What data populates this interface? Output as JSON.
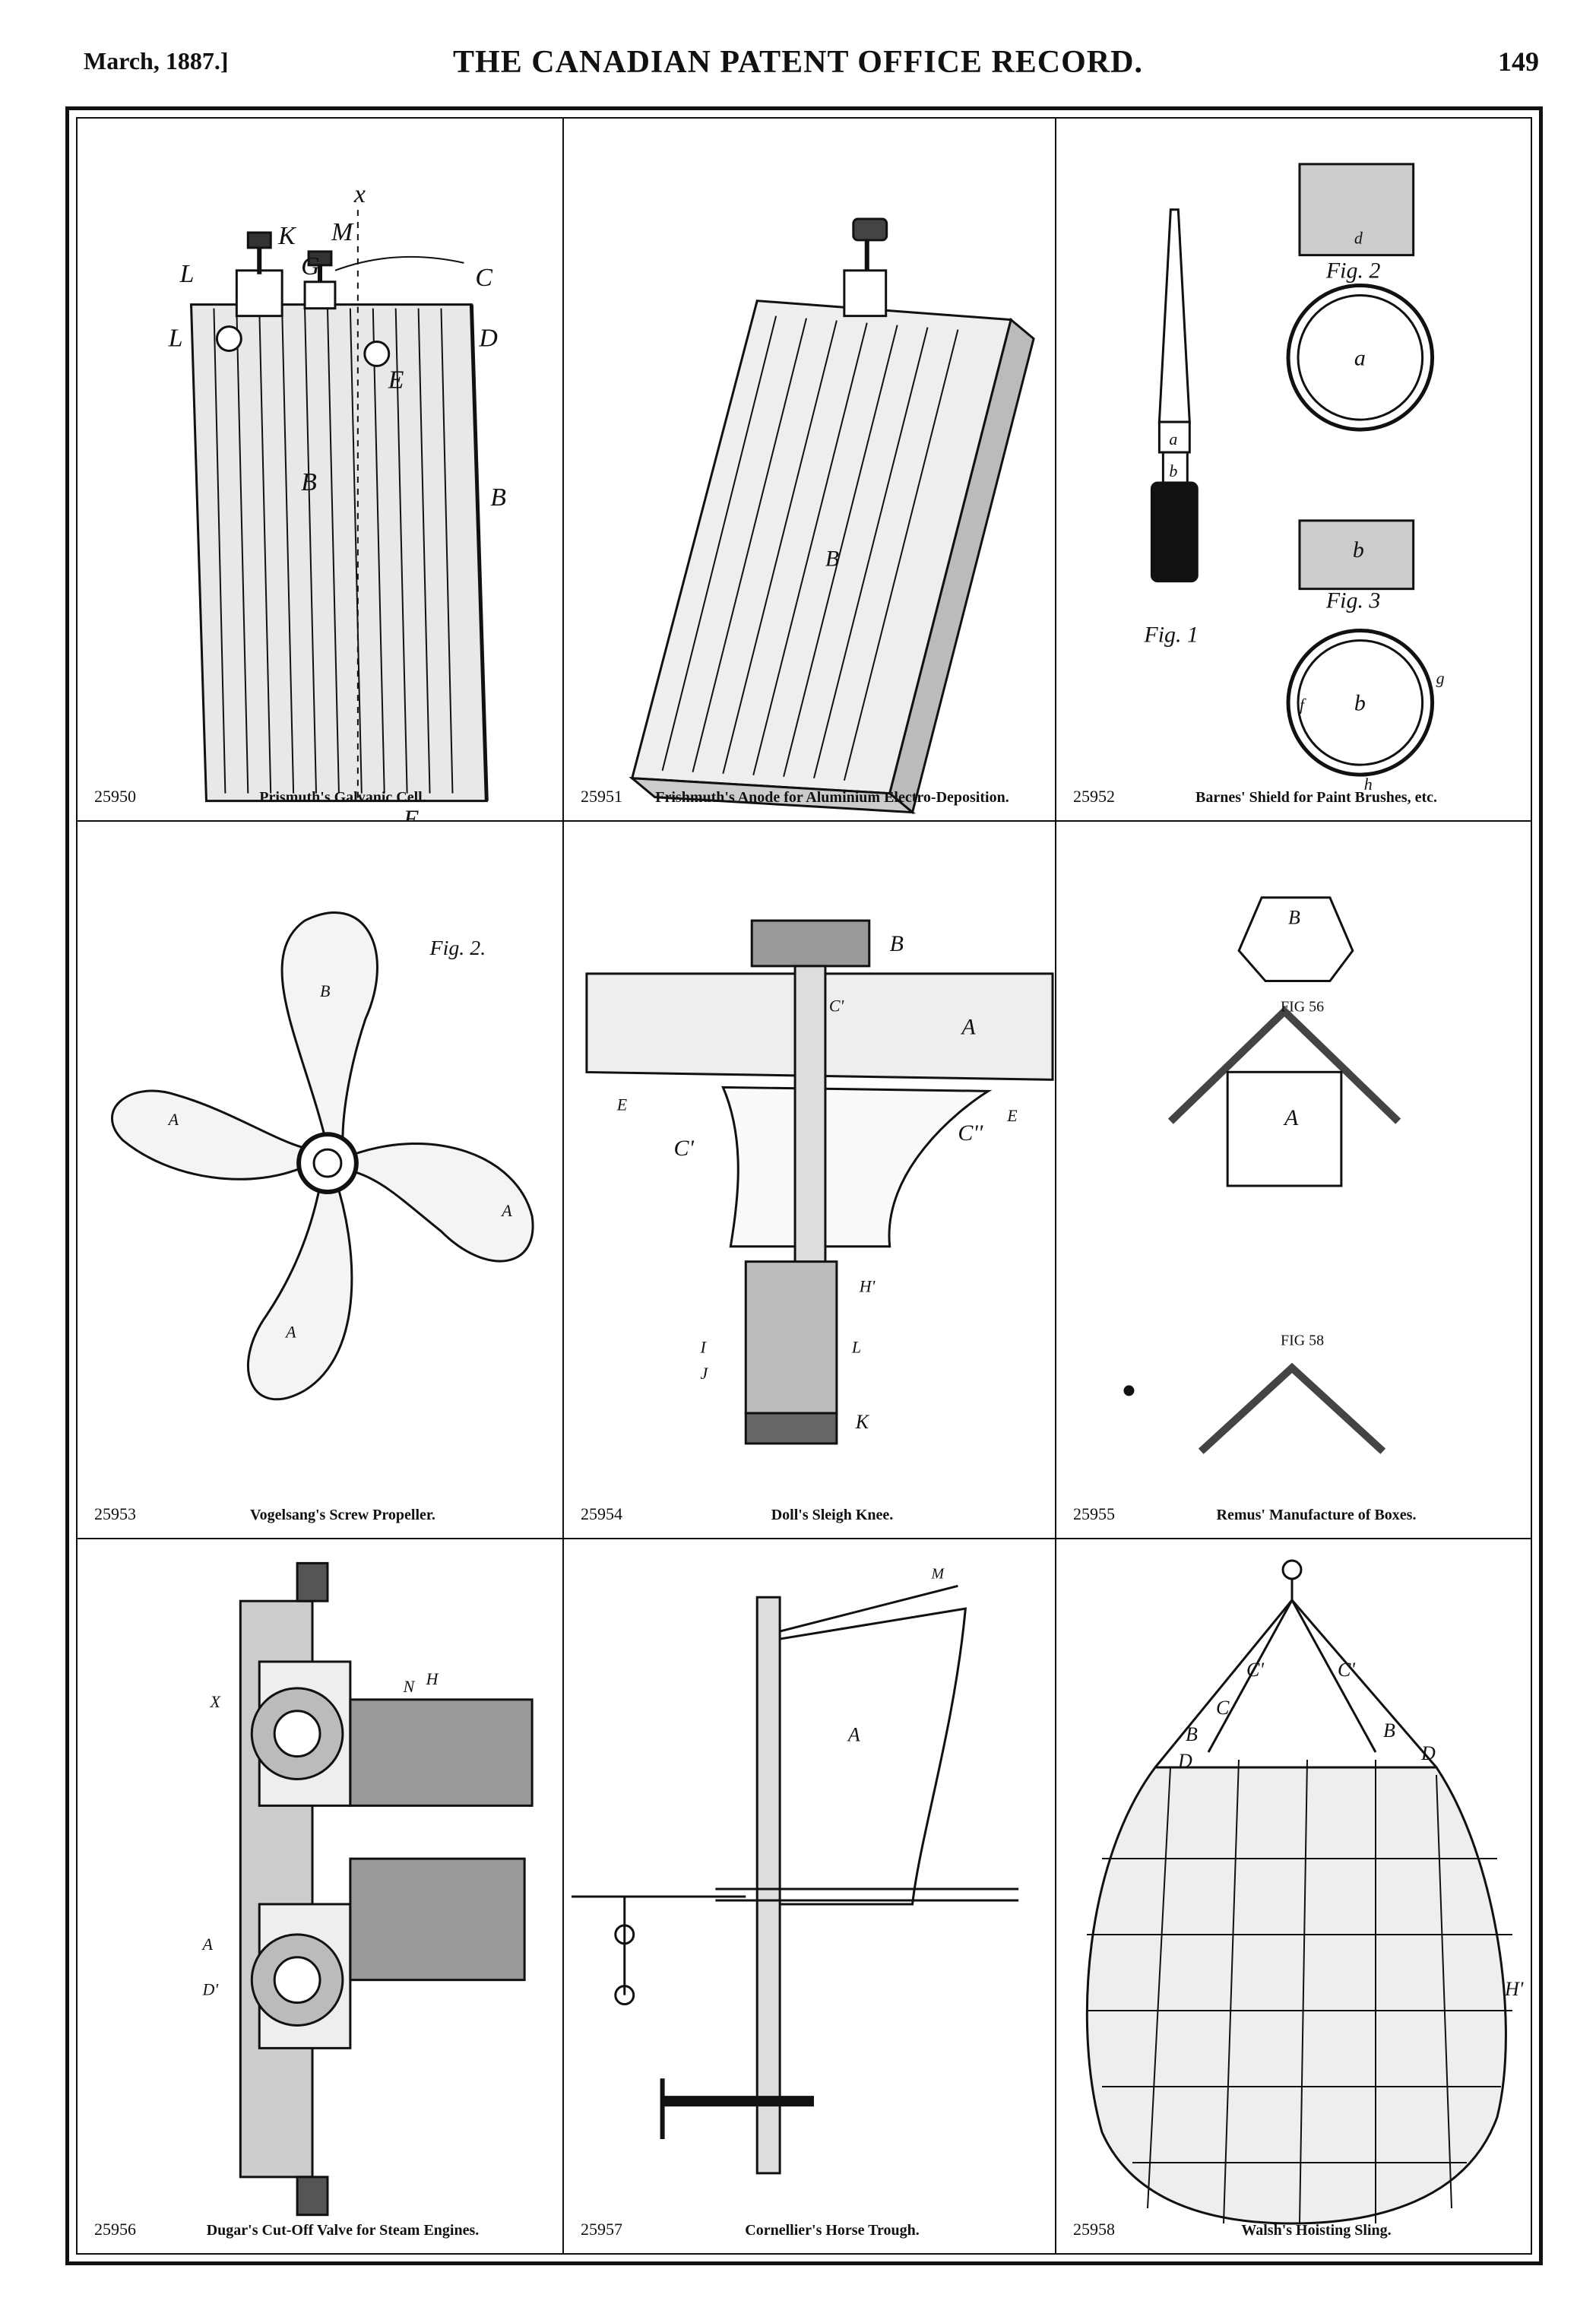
{
  "header": {
    "date": "March, 1887.]",
    "title": "THE CANADIAN PATENT OFFICE RECORD.",
    "page_number": "149"
  },
  "patents": [
    {
      "number": "25950",
      "caption": "Prismuth's Galvanic Cell."
    },
    {
      "number": "25951",
      "caption": "Frishmuth's Anode for Aluminium Electro-Deposition."
    },
    {
      "number": "25952",
      "caption": "Barnes' Shield for Paint Brushes, etc."
    },
    {
      "number": "25953",
      "caption": "Vogelsang's Screw Propeller."
    },
    {
      "number": "25954",
      "caption": "Doll's Sleigh Knee."
    },
    {
      "number": "25955",
      "caption": "Remus' Manufacture of Boxes."
    },
    {
      "number": "25956",
      "caption": "Dugar's Cut-Off Valve for Steam Engines."
    },
    {
      "number": "25957",
      "caption": "Cornellier's Horse Trough."
    },
    {
      "number": "25958",
      "caption": "Walsh's Hoisting Sling."
    }
  ],
  "figure_labels": {
    "cell1": [
      "K",
      "M",
      "L",
      "G",
      "C",
      "D",
      "E",
      "B",
      "x"
    ],
    "cell3": [
      "Fig. 1",
      "Fig. 2",
      "Fig. 3",
      "a",
      "b",
      "d",
      "f",
      "g",
      "h"
    ],
    "cell4": [
      "Fig. 2.",
      "A",
      "B"
    ],
    "cell5": [
      "B",
      "A",
      "C'",
      "C''",
      "E",
      "H",
      "I",
      "J",
      "K",
      "L"
    ],
    "cell6": [
      "B",
      "FIG 56",
      "A",
      "FIG 58"
    ],
    "cell8": [
      "M",
      "A"
    ],
    "cell9": [
      "C'",
      "C",
      "B",
      "D",
      "H'"
    ]
  }
}
